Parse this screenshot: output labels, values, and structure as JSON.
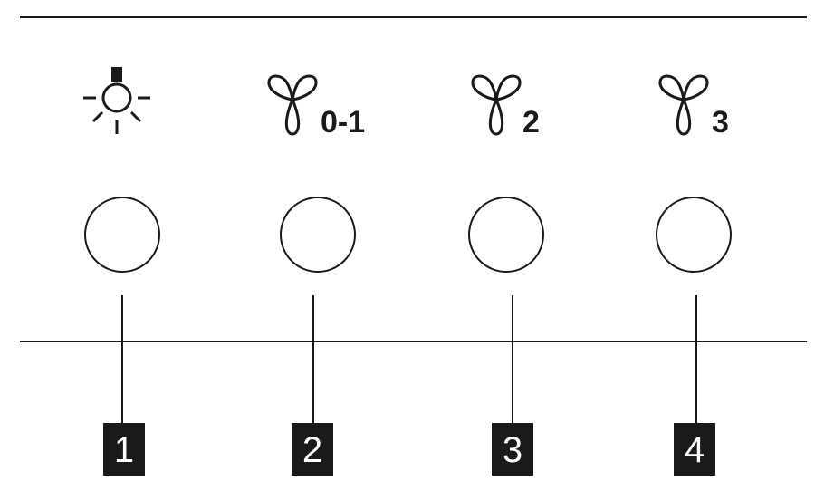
{
  "controls": [
    {
      "id": "light",
      "icon": "light-bulb-icon",
      "number": "1"
    },
    {
      "id": "fan-0-1",
      "icon": "fan-icon",
      "speed_label": "0-1",
      "number": "2"
    },
    {
      "id": "fan-2",
      "icon": "fan-icon",
      "speed_label": "2",
      "number": "3"
    },
    {
      "id": "fan-3",
      "icon": "fan-icon",
      "speed_label": "3",
      "number": "4"
    }
  ],
  "colors": {
    "ink": "#1a1a1a",
    "background": "#ffffff",
    "number_text": "#ffffff"
  }
}
